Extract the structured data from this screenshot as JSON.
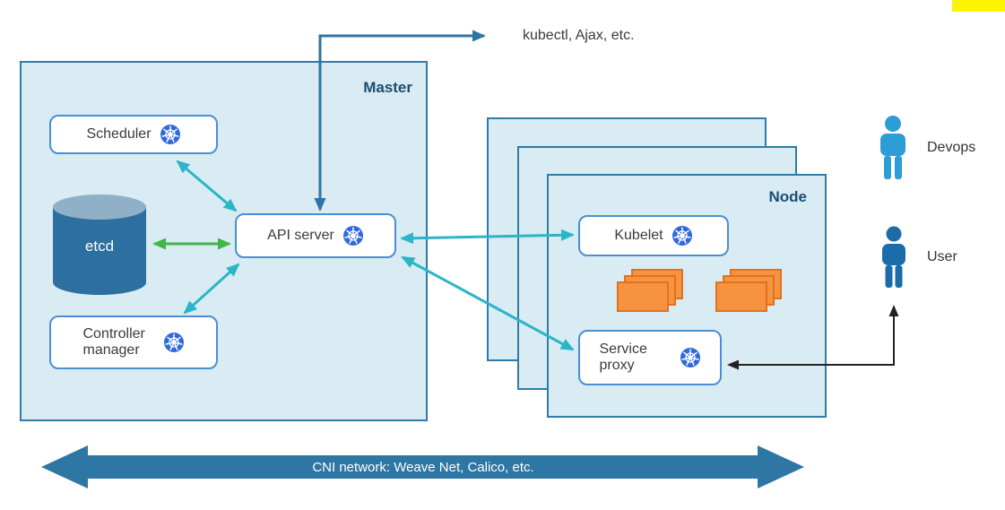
{
  "diagram": {
    "external_label": "kubectl, Ajax, etc.",
    "master": {
      "label": "Master",
      "components": {
        "scheduler": "Scheduler",
        "etcd": "etcd",
        "api_server": "API server",
        "controller_manager": "Controller manager"
      }
    },
    "node": {
      "label": "Node",
      "components": {
        "kubelet": "Kubelet",
        "service_proxy": "Service proxy"
      }
    },
    "actors": {
      "devops": "Devops",
      "user": "User"
    },
    "cni": {
      "label": "CNI network: Weave Net, Calico, etc."
    },
    "colors": {
      "panel_fill": "#d9ebf3",
      "panel_border": "#2e7ca8",
      "component_border": "#4a8fd3",
      "arrow_teal": "#2bb5c8",
      "arrow_green": "#43b649",
      "arrow_steel_blue": "#2e75a3",
      "arrow_black": "#222222",
      "container_orange": "#f79240",
      "kubernetes_blue": "#3069de",
      "highlight_yellow": "#fcf400"
    }
  }
}
